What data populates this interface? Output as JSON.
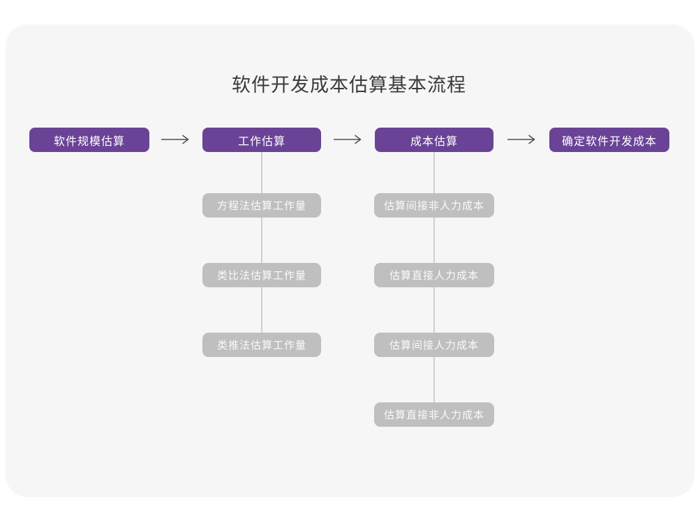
{
  "page": {
    "title": "软件开发成本估算基本流程"
  },
  "colors": {
    "background": "#ffffff",
    "card_background": "#f6f6f7",
    "primary_box": "#6a4397",
    "secondary_box": "#bfbfbf",
    "box_text": "#ffffff",
    "title_text": "#3a3a3a",
    "arrow": "#4d4d4d",
    "connector_line": "#cfcfcf"
  },
  "flow": {
    "main_steps": [
      "软件规模估算",
      "工作估算",
      "成本估算",
      "确定软件开发成本"
    ],
    "work_estimation_substeps": [
      "方程法估算工作量",
      "类比法估算工作量",
      "类推法估算工作量"
    ],
    "cost_estimation_substeps": [
      "估算间接非人力成本",
      "估算直接人力成本",
      "估算间接人力成本",
      "估算直接非人力成本"
    ]
  }
}
